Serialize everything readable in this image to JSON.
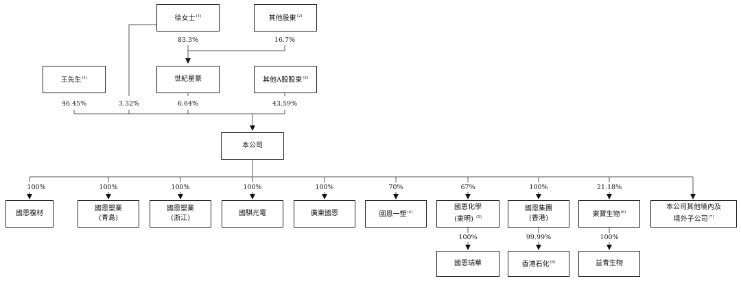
{
  "nodes": {
    "ms_xu": {
      "label": "徐女士",
      "note": "(1)"
    },
    "other_shareholders": {
      "label": "其他股東",
      "note": "(2)"
    },
    "mr_wang": {
      "label": "王先生",
      "note": "(1)"
    },
    "century_xinghao": {
      "label": "世紀星豪",
      "note": ""
    },
    "other_a_shareholders": {
      "label": "其他A股股東",
      "note": "(3)"
    },
    "company": {
      "label": "本公司",
      "note": ""
    },
    "sub_1": {
      "label": "國恩複材",
      "note": ""
    },
    "sub_2": {
      "line1": "國恩塑業",
      "line2": "(青島)",
      "note": ""
    },
    "sub_3": {
      "line1": "國恩塑業",
      "line2": "(浙江)",
      "note": ""
    },
    "sub_4": {
      "label": "國騏光電",
      "note": ""
    },
    "sub_5": {
      "label": "廣東國恩",
      "note": ""
    },
    "sub_6": {
      "label": "國恩一塑",
      "note": "(4)"
    },
    "sub_7": {
      "line1": "國恩化學",
      "line2": "(東明)",
      "note": "(5)"
    },
    "sub_8": {
      "line1": "國恩集團",
      "line2": "(香港)",
      "note": ""
    },
    "sub_9": {
      "label": "東寶生物",
      "note": "(6)"
    },
    "sub_10": {
      "line1": "本公司其他境內及",
      "line2": "境外子公司",
      "note": "(7)"
    },
    "gs_1": {
      "label": "國恩瑞華",
      "note": ""
    },
    "gs_2": {
      "label": "香港石化",
      "note": "(8)"
    },
    "gs_3": {
      "label": "益青生物",
      "note": ""
    }
  },
  "percentages": {
    "xu_to_xinghao": "83.3%",
    "other_to_xinghao": "16.7%",
    "wang_to_company": "46.45%",
    "xu_to_company": "3.32%",
    "xinghao_to_company": "6.64%",
    "other_a_to_company": "43.59%",
    "sub_1": "100%",
    "sub_2": "100%",
    "sub_3": "100%",
    "sub_4": "100%",
    "sub_5": "100%",
    "sub_6": "70%",
    "sub_7": "67%",
    "sub_8": "100%",
    "sub_9": "21.18%",
    "gs_1": "100%",
    "gs_2": "99.99%",
    "gs_3": "100%"
  }
}
